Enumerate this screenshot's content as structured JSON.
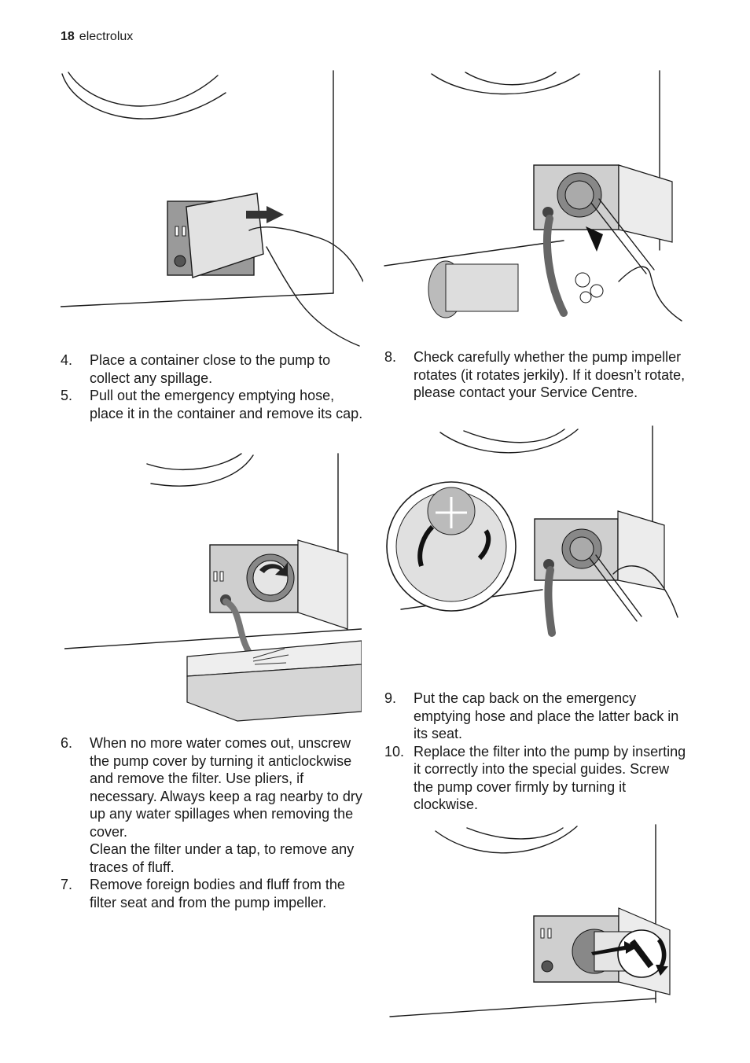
{
  "header": {
    "page_number": "18",
    "brand": "electrolux"
  },
  "left_steps_a": [
    {
      "num": "4.",
      "text": "Place a container close to the pump to collect any spillage."
    },
    {
      "num": "5.",
      "text": "Pull out the emergency emptying hose, place it in the container and remove its cap."
    }
  ],
  "left_steps_b": [
    {
      "num": "6.",
      "text": "When no more water comes out, un­screw the pump cover by turning it anti­clockwise and remove the filter. Use pli­ers, if necessary. Always keep a rag nearby to dry up any water spillages when removing the cover.",
      "sub": "Clean the filter under a tap, to remove any traces of fluff."
    },
    {
      "num": "7.",
      "text": "Remove foreign bodies and fluff from the filter seat and from the pump impeller."
    }
  ],
  "right_steps_a": [
    {
      "num": "8.",
      "text": "Check carefully whether the pump im­peller rotates (it rotates jerkily). If it doesn’t rotate, please contact your Service Centre."
    }
  ],
  "right_steps_b": [
    {
      "num": "9.",
      "text": "Put the cap back on the emergency emptying hose and place the latter back in its seat."
    },
    {
      "num": "10.",
      "text": "Replace the filter into the pump by in­serting it correctly into the special guides. Screw the pump cover firmly by turning it clockwise."
    }
  ]
}
